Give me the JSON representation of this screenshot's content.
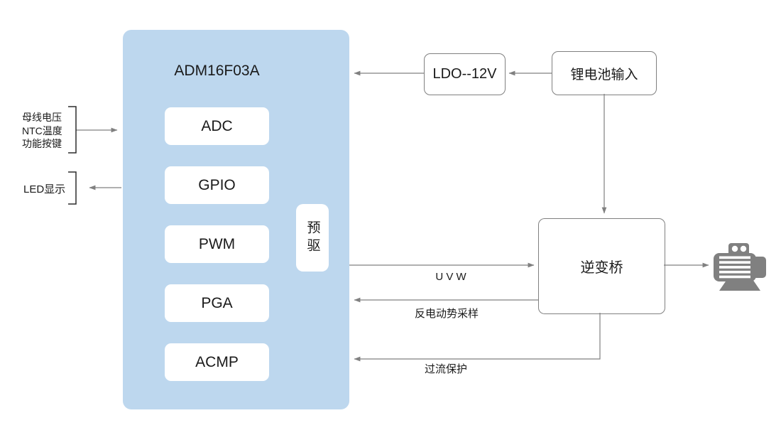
{
  "diagram": {
    "chip": {
      "title": "ADM16F03A",
      "modules": [
        "ADC",
        "GPIO",
        "PWM",
        "PGA",
        "ACMP"
      ],
      "predriver": "预驱"
    },
    "left_inputs": {
      "line1": "母线电压",
      "line2": "NTC温度",
      "line3": "功能按键"
    },
    "led_display": "LED显示",
    "ldo": "LDO--12V",
    "battery": "锂电池输入",
    "inverter": "逆变桥",
    "flow_labels": {
      "uvw": "U V W",
      "back_emf": "反电动势采样",
      "overcurrent": "过流保护"
    },
    "icons": {
      "motor": "motor-icon"
    },
    "colors": {
      "chip_fill": "#BDD7EE",
      "module_fill": "#FFFFFF",
      "box_border": "#808080",
      "arrow_line": "#808080",
      "bracket": "#2B2B2B",
      "text": "#1A1A1A",
      "motor": "#808080",
      "background": "#FFFFFF"
    }
  }
}
